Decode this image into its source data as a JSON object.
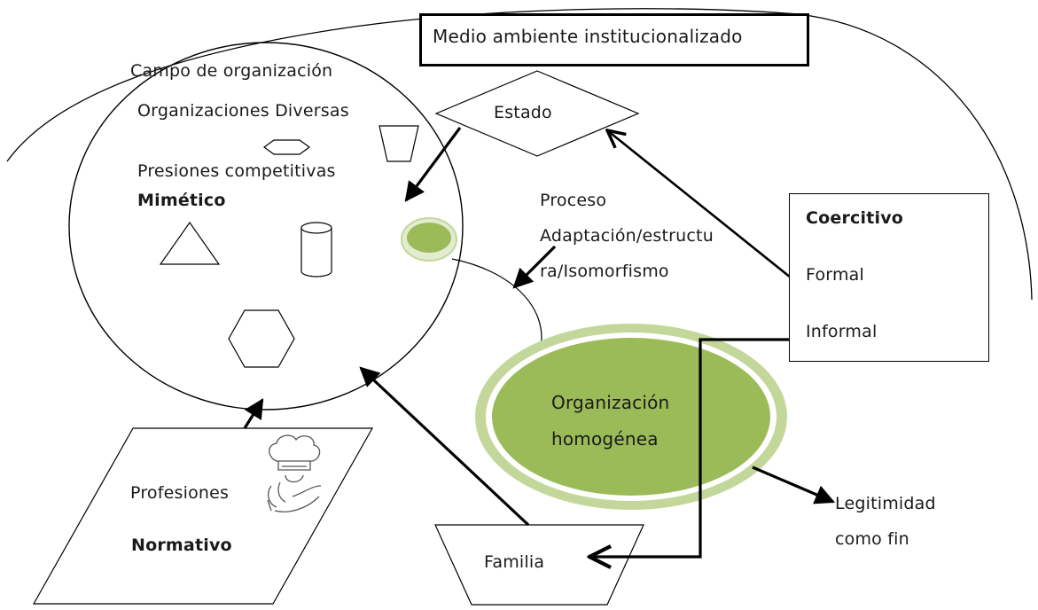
{
  "title": "Medio ambiente institucionalizado",
  "estado": "Estado",
  "campo": {
    "title": "Campo de organización",
    "diversas": "Organizaciones Diversas",
    "presiones": "Presiones competitivas",
    "mimetico": "Mimético"
  },
  "proceso": {
    "line1": "Proceso",
    "line2": "Adaptación/estructu",
    "line3": "ra/Isomorfismo"
  },
  "coercitivo": {
    "title": "Coercitivo",
    "formal": "Formal",
    "informal": "Informal"
  },
  "organizacion": {
    "line1": "Organización",
    "line2": "homogénea"
  },
  "legitimidad": {
    "line1": "Legitimidad",
    "line2": "como fin"
  },
  "profesiones": {
    "label": "Profesiones",
    "normativo": "Normativo"
  },
  "familia": "Familia",
  "colors": {
    "green_fill": "#9bbb59",
    "green_ring": "#c4d79b",
    "stroke": "#000000"
  }
}
